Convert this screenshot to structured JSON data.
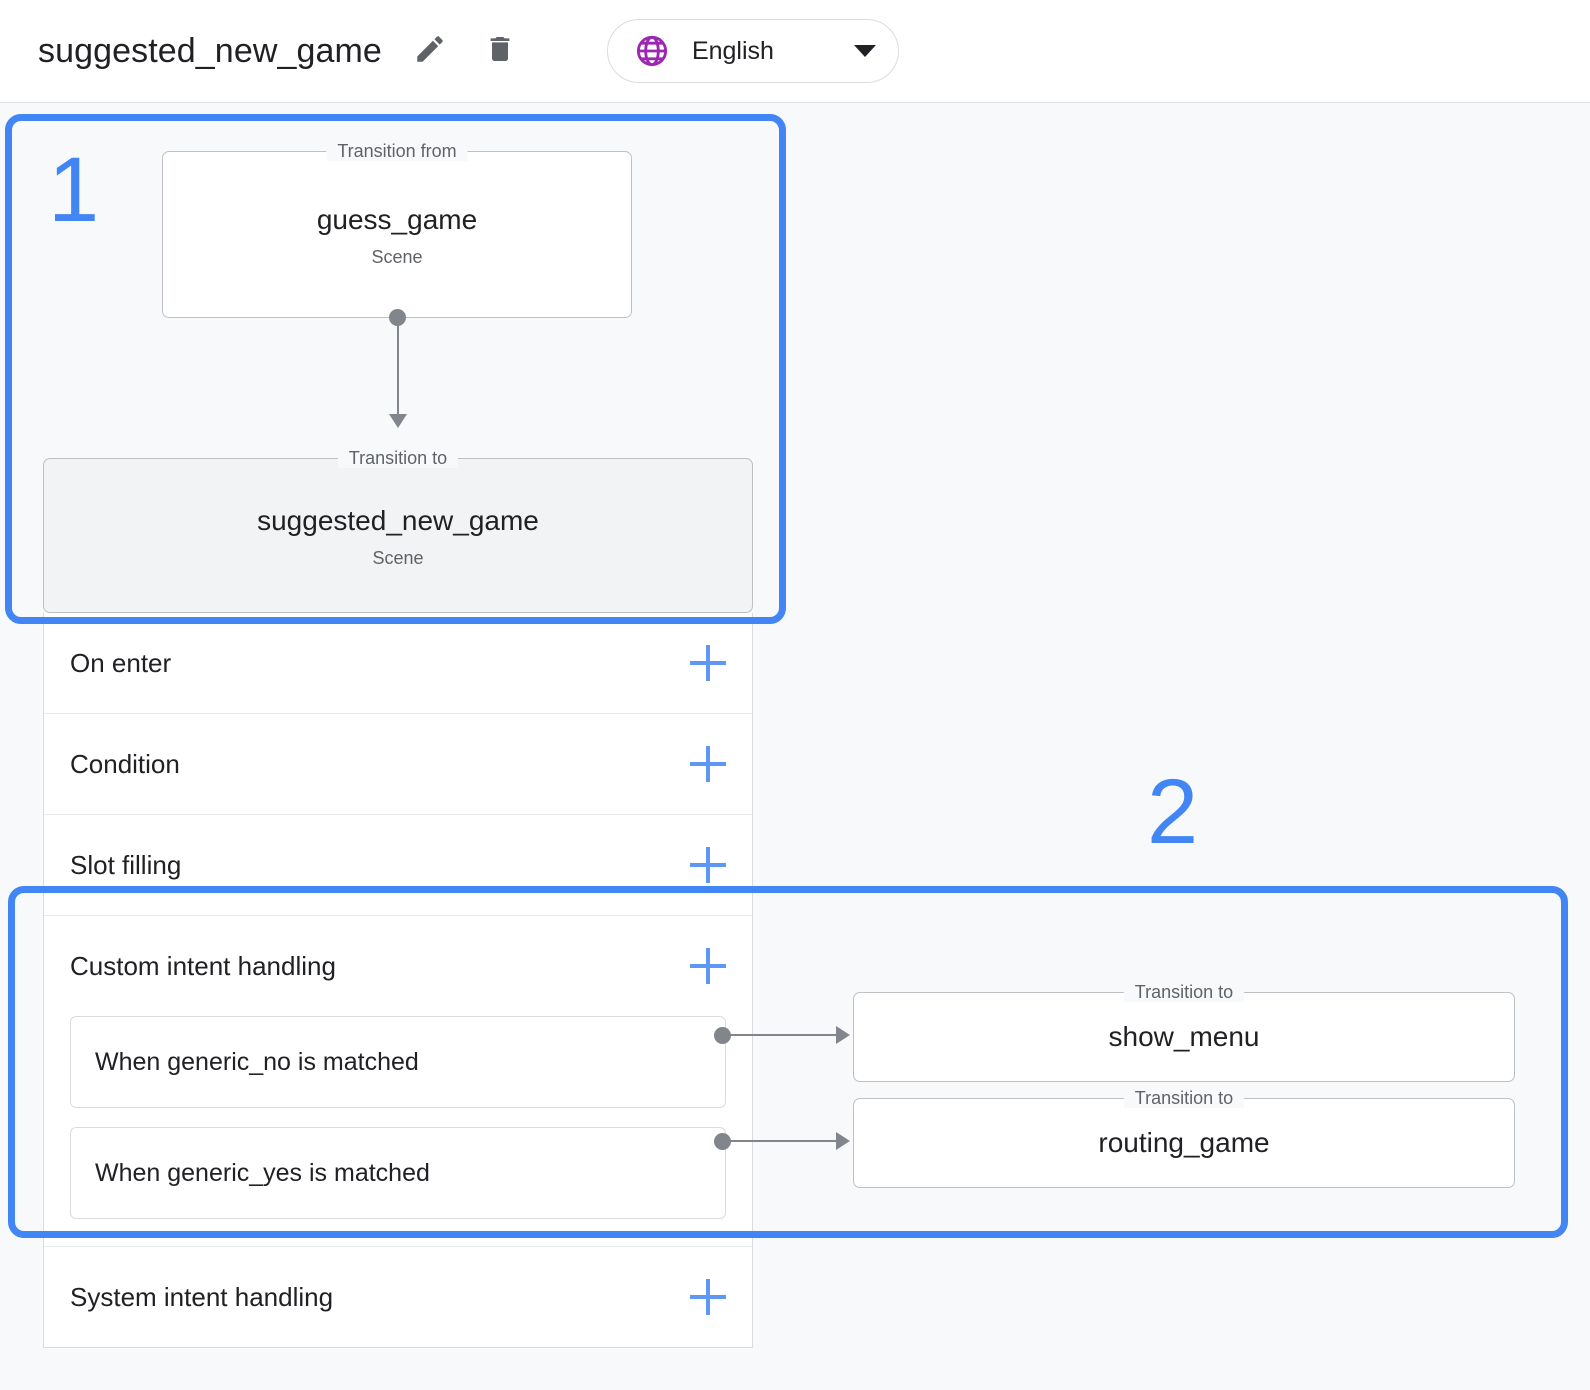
{
  "header": {
    "title": "suggested_new_game",
    "edit_icon": "pencil-icon",
    "delete_icon": "trash-icon",
    "language": {
      "icon": "globe-icon",
      "icon_color": "#9c27b0",
      "label": "English",
      "caret": "chevron-down-icon"
    }
  },
  "graph": {
    "transition_from": {
      "legend": "Transition from",
      "name": "guess_game",
      "type": "Scene"
    },
    "transition_to": {
      "legend": "Transition to",
      "name": "suggested_new_game",
      "type": "Scene"
    }
  },
  "sections": [
    {
      "label": "On enter",
      "add_label": "+"
    },
    {
      "label": "Condition",
      "add_label": "+"
    },
    {
      "label": "Slot filling",
      "add_label": "+"
    },
    {
      "label": "Custom intent handling",
      "add_label": "+"
    },
    {
      "label": "System intent handling",
      "add_label": "+"
    }
  ],
  "custom_intent_handlers": [
    {
      "label": "When generic_no is matched",
      "target": {
        "legend": "Transition to",
        "name": "show_menu"
      }
    },
    {
      "label": "When generic_yes is matched",
      "target": {
        "legend": "Transition to",
        "name": "routing_game"
      }
    }
  ],
  "annotations": [
    {
      "number": "1"
    },
    {
      "number": "2"
    }
  ],
  "colors": {
    "annotation_blue": "#4285f4",
    "accent_blue": "#5e97f6",
    "globe_purple": "#9c27b0",
    "canvas_bg": "#f8f9fa",
    "card_filled_bg": "#f1f3f4",
    "connector_gray": "#80868b"
  }
}
